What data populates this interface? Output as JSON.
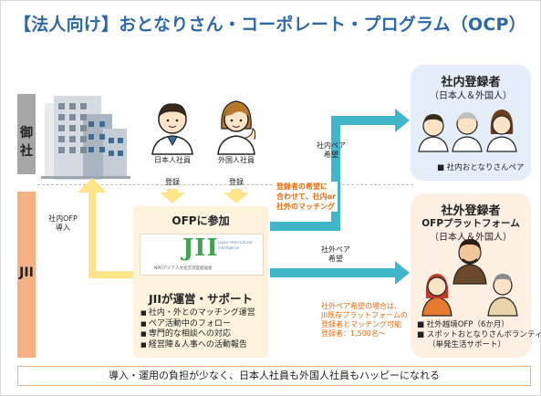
{
  "title": "【法人向け】おとなりさん・コーポレート・プログラム（OCP）",
  "bands": {
    "company": "御社",
    "jii": "JII"
  },
  "employees": {
    "japanese": "日本人社員",
    "foreign": "外国人社員",
    "register_label": "登録"
  },
  "ofp": {
    "participate": "OFPに参加",
    "logo_text": "JII",
    "logo_small": "Japan Intercultural Intelligence",
    "logo_caption": "NPOアジア人文化交流促進協会",
    "operate": "JIIが運営・サポート",
    "bullets": [
      "社内・外とのマッチング運営",
      "ペア活動中のフォロー",
      "専門的な相談への対応",
      "経営陣＆人事への活動報告"
    ]
  },
  "intro_arrow": {
    "line1": "社内OFP",
    "line2": "導入"
  },
  "in_pair_arrow": {
    "line1": "社内ペア",
    "line2": "希望"
  },
  "out_pair_arrow": {
    "line1": "社外ペア",
    "line2": "希望"
  },
  "matching_note": [
    "登録者の希望に",
    "合わせて、社内or",
    "社外のマッチング"
  ],
  "outside_note": [
    "社外ペア希望の場合は、",
    "JII既存プラットフォームの",
    "登録者とマッチング可能",
    "登録者：1,500名〜"
  ],
  "internal_registrants": {
    "title": "社内登録者",
    "subtitle": "（日本人＆外国人）",
    "bullet": "■ 社内おとなりさんペア"
  },
  "external_registrants": {
    "title": "社外登録者",
    "platform": "OFPプラットフォーム",
    "subtitle": "（日本人＆外国人）",
    "bullets": [
      "■ 社外越境OFP（6か月）",
      "■ スポットおとなりさんボランティア",
      "（単発生活サポート）"
    ]
  },
  "footer": "導入・運用の負担が少なく、日本人社員も外国人社員もハッピーになれる",
  "colors": {
    "title": "#2d6aa5",
    "arrow_blue": "#41b6c9",
    "arrow_yellow": "#ffe48a",
    "orange": "#e46c0a",
    "band_gray": "#a6a6a6",
    "band_orange": "#f4b183"
  }
}
